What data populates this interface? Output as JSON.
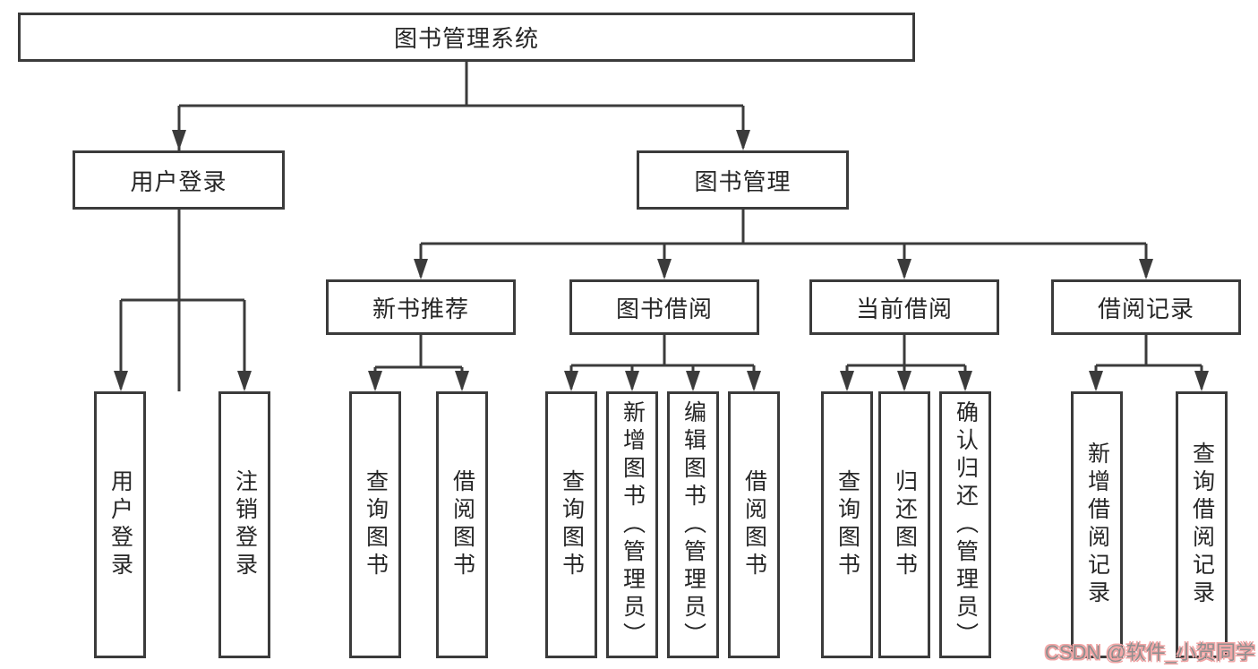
{
  "diagram": {
    "type": "tree",
    "title": "图书管理系统",
    "colors": {
      "line": "#3b3b3b",
      "box_border": "#3b3b3b",
      "text": "#262626",
      "bg": "#ffffff",
      "watermark_text": "#8f8f8f",
      "watermark_glow": "#f2a6a6"
    }
  },
  "nodes": {
    "root": "图书管理系统",
    "user_login": "用户登录",
    "book_mgmt": "图书管理",
    "new_book_rec": "新书推荐",
    "book_borrow": "图书借阅",
    "current_borrow": "当前借阅",
    "borrow_record": "借阅记录",
    "login": "用户登录",
    "logout": "注销登录",
    "rec_query_books": "查询图书",
    "rec_borrow_books": "借阅图书",
    "bb_query_books": "查询图书",
    "bb_add_books": "新增图书（管理员）",
    "bb_edit_books": "编辑图书（管理员）",
    "bb_borrow_books": "借阅图书",
    "cb_query_books": "查询图书",
    "cb_return_books": "归还图书",
    "cb_confirm_return": "确认归还（管理员）",
    "br_add_record": "新增借阅记录",
    "br_query_record": "查询借阅记录"
  },
  "hierarchy": {
    "root": [
      "user_login",
      "book_mgmt"
    ],
    "user_login": [
      "login",
      "logout"
    ],
    "book_mgmt": [
      "new_book_rec",
      "book_borrow",
      "current_borrow",
      "borrow_record"
    ],
    "new_book_rec": [
      "rec_query_books",
      "rec_borrow_books"
    ],
    "book_borrow": [
      "bb_query_books",
      "bb_add_books",
      "bb_edit_books",
      "bb_borrow_books"
    ],
    "current_borrow": [
      "cb_query_books",
      "cb_return_books",
      "cb_confirm_return"
    ],
    "borrow_record": [
      "br_add_record",
      "br_query_record"
    ]
  },
  "watermark": {
    "text": "CSDN @软件_小贺同学"
  }
}
